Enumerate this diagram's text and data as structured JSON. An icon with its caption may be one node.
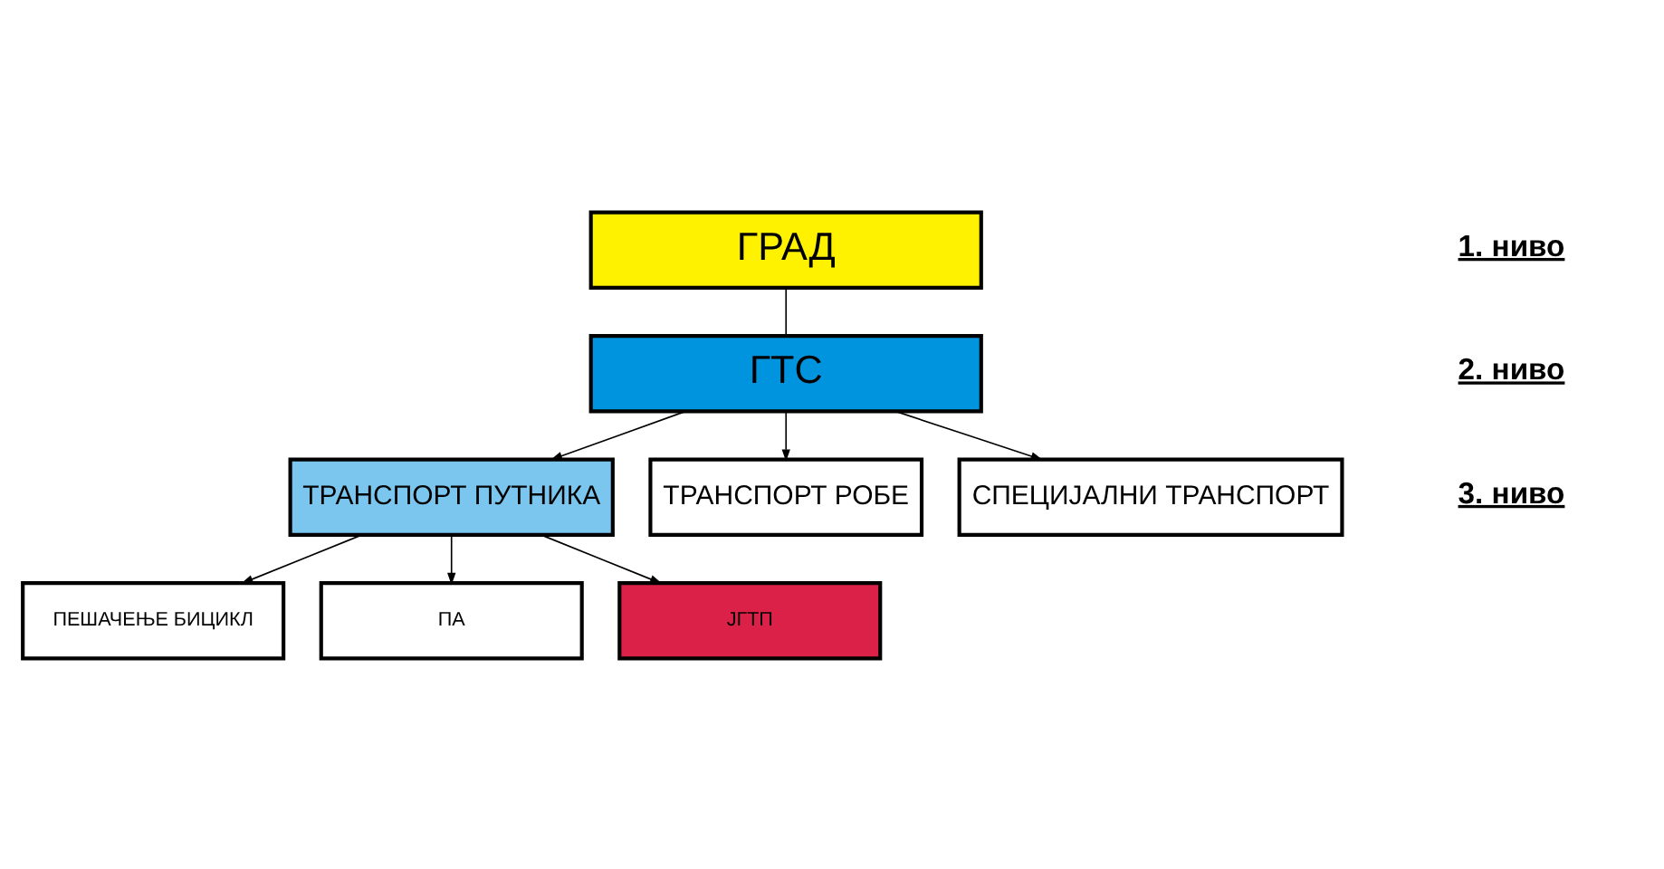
{
  "diagram": {
    "nodes": [
      {
        "text": [
          "ГРАД"
        ]
      },
      {
        "text": [
          "ГТС"
        ]
      },
      {
        "text": [
          "ТРАНСПОРТ ПУТНИКА"
        ]
      },
      {
        "text": [
          "ТРАНСПОРТ РОБЕ"
        ]
      },
      {
        "text": [
          "СПЕЦИЈАЛНИ ТРАНСПОРТ"
        ]
      },
      {
        "text": [
          "ПЕШАЧЕЊЕ БИЦИКЛ"
        ]
      },
      {
        "text": [
          "ПА"
        ]
      },
      {
        "text": [
          "ЈГТП"
        ]
      }
    ],
    "edges": [
      {
        "from": 0,
        "to": 1,
        "arrow": "none"
      },
      {
        "from": 1,
        "to": 2,
        "arrow": "to"
      },
      {
        "from": 1,
        "to": 3,
        "arrow": "to"
      },
      {
        "from": 1,
        "to": 4,
        "arrow": "to"
      },
      {
        "from": 2,
        "to": 5,
        "arrow": "to"
      },
      {
        "from": 2,
        "to": 6,
        "arrow": "to"
      },
      {
        "from": 2,
        "to": 7,
        "arrow": "to"
      }
    ],
    "labels": [
      "1. ниво",
      "2. ниво",
      "3. ниво"
    ]
  }
}
